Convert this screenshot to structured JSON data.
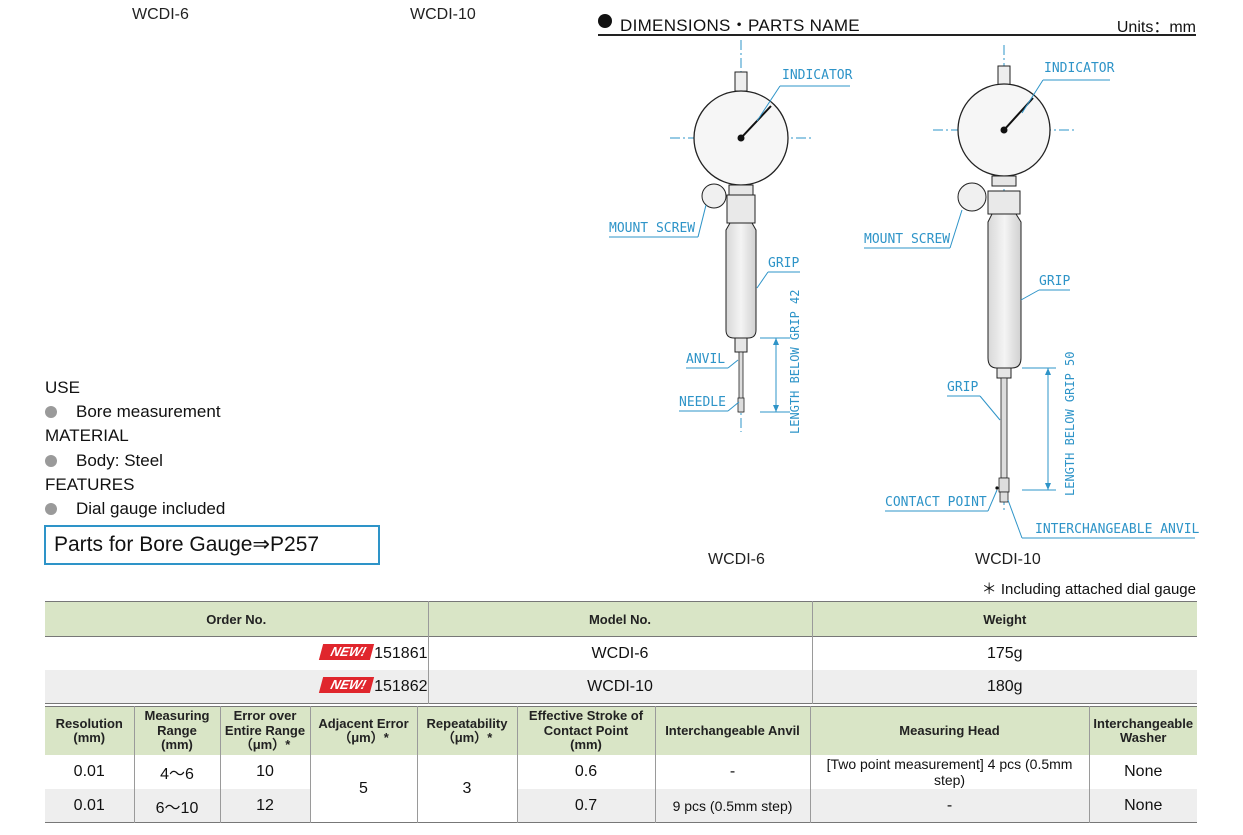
{
  "photo_labels": [
    "WCDI-6",
    "WCDI-10"
  ],
  "dimensions": {
    "title": "DIMENSIONS・PARTS NAME",
    "units": "Units：mm",
    "left": {
      "indicator": "INDICATOR",
      "mount_screw": "MOUNT SCREW",
      "grip": "GRIP",
      "anvil": "ANVIL",
      "needle": "NEEDLE",
      "length": "LENGTH BELOW GRIP 42",
      "caption": "WCDI-6"
    },
    "right": {
      "indicator": "INDICATOR",
      "mount_screw": "MOUNT SCREW",
      "grip_upper": "GRIP",
      "grip_lower": "GRIP",
      "contact_point": "CONTACT POINT",
      "interchangeable_anvil": "INTERCHANGEABLE ANVIL",
      "length": "LENGTH BELOW GRIP 50",
      "caption": "WCDI-10"
    },
    "line_color": "#2e94c8"
  },
  "info": {
    "use_heading": "USE",
    "use_item": "Bore measurement",
    "material_heading": "MATERIAL",
    "material_item": "Body: Steel",
    "features_heading": "FEATURES",
    "features_item": "Dial gauge included"
  },
  "parts_link": "Parts for Bore Gauge⇒P257",
  "note": "＊ Including attached dial gauge",
  "order_table": {
    "headers": [
      "Order No.",
      "Model No.",
      "Weight"
    ],
    "new_badge": "NEW!",
    "rows": [
      {
        "order": "151861",
        "model": "WCDI-6",
        "weight": "175g"
      },
      {
        "order": "151862",
        "model": "WCDI-10",
        "weight": "180g"
      }
    ]
  },
  "spec_table": {
    "headers": {
      "resolution": [
        "Resolution",
        "(mm)"
      ],
      "range": [
        "Measuring",
        "Range",
        "(mm)"
      ],
      "error": [
        "Error over",
        "Entire Range",
        "（μm）*"
      ],
      "adjacent": [
        "Adjacent Error",
        "（μm）*"
      ],
      "repeat": [
        "Repeatability",
        "（μm）*"
      ],
      "stroke": [
        "Effective Stroke of",
        "Contact Point",
        "(mm)"
      ],
      "anvil": [
        "Interchangeable Anvil"
      ],
      "head": [
        "Measuring Head"
      ],
      "washer": [
        "Interchangeable",
        "Washer"
      ]
    },
    "adjacent_value": "5",
    "repeat_value": "3",
    "rows": [
      {
        "resolution": "0.01",
        "range": "4〜6",
        "error": "10",
        "stroke": "0.6",
        "anvil": "-",
        "head": "[Two point measurement] 4 pcs (0.5mm step)",
        "washer": "None"
      },
      {
        "resolution": "0.01",
        "range": "6〜10",
        "error": "12",
        "stroke": "0.7",
        "anvil": "9 pcs (0.5mm step)",
        "head": "-",
        "washer": "None"
      }
    ]
  },
  "accent_colors": {
    "header_bg": "#d9e5c6",
    "badge": "#e0262d",
    "link_border": "#2e94c8"
  }
}
